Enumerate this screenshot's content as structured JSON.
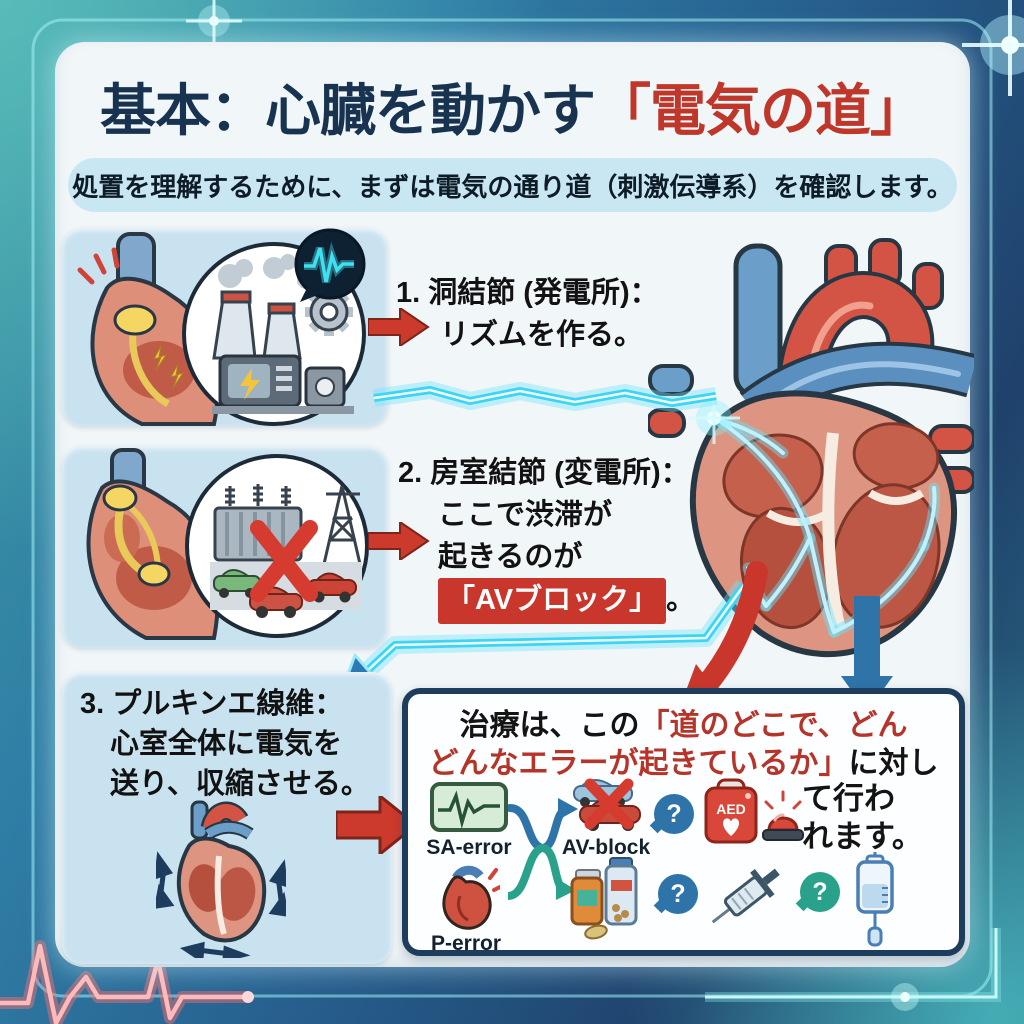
{
  "header": {
    "title_black": "基本：心臓を動かす",
    "title_red": "「電気の道」",
    "subtitle": "処置を理解するために、まずは電気の通り道（刺激伝導系）を確認します。"
  },
  "step1": {
    "line1": "1. 洞結節 (発電所)：",
    "line2": "リズムを作る。"
  },
  "step2": {
    "line1": "2. 房室結節 (変電所)：",
    "line2": "ここで渋滞が",
    "line3": "起きるのが",
    "highlight": "「AVブロック」",
    "period": "。"
  },
  "step3": {
    "line1": "3. プルキンエ線維：",
    "line2": "心室全体に電気を",
    "line3": "送り、収縮させる。"
  },
  "treatment": {
    "prefix": "治療は、この",
    "red_line1": "「道のどこで、どん",
    "red_line2": "どんなエラーが起きているか」",
    "mid": "に対し",
    "cont_line1": "て行わ",
    "cont_line2": "れます。",
    "label_sa": "SA-error",
    "label_av": "AV-block",
    "label_p": "P-error",
    "aed_text": "AED",
    "question_mark": "?"
  },
  "colors": {
    "accent_red": "#bf372a",
    "navy": "#17334f",
    "cyan_glow": "#3ed4f2",
    "panel_blue": "#c9e2f0",
    "box_border": "#1e3d5c",
    "question_blue": "#2e74a8",
    "question_teal": "#2aa18b"
  }
}
